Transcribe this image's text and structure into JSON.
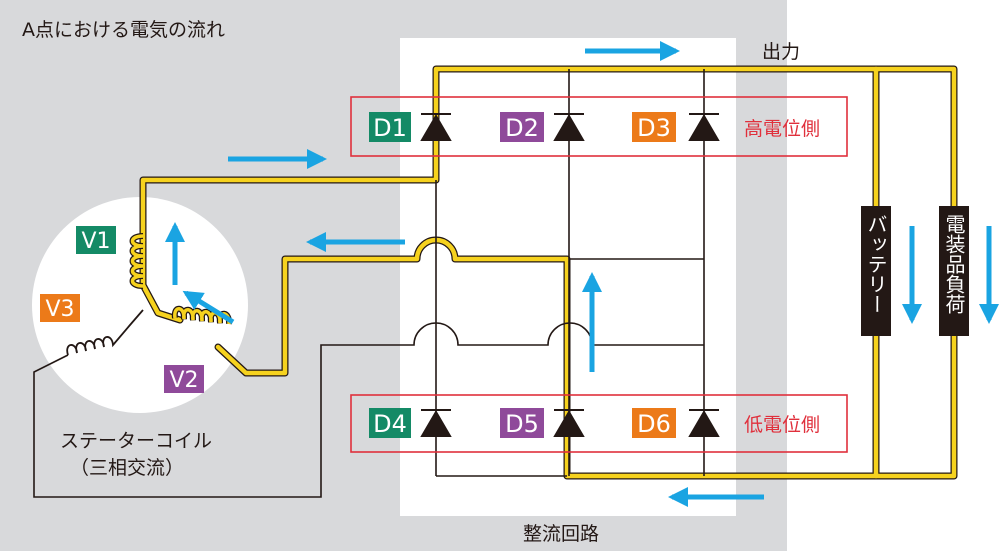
{
  "title": "A点における電気の流れ",
  "output_label": "出力",
  "rectifier_label": "整流回路",
  "high_side_label": "高電位側",
  "low_side_label": "低電位側",
  "battery_label": "バッテリー",
  "load_label": "電装品負荷",
  "stator_label_line1": "ステーターコイル",
  "stator_label_line2": "（三相交流）",
  "diodes": {
    "d1": "D1",
    "d2": "D2",
    "d3": "D3",
    "d4": "D4",
    "d5": "D5",
    "d6": "D6"
  },
  "coils": {
    "v1": "V1",
    "v2": "V2",
    "v3": "V3"
  },
  "colors": {
    "background_gray": "#d8d9db",
    "panel_white": "#ffffff",
    "current_path": "#f6d21e",
    "arrow": "#1aa4e2",
    "label_green": "#148a66",
    "label_purple": "#8f4a9a",
    "label_orange": "#ec7a19",
    "zone_red": "#e0303c",
    "wire": "#231815"
  }
}
